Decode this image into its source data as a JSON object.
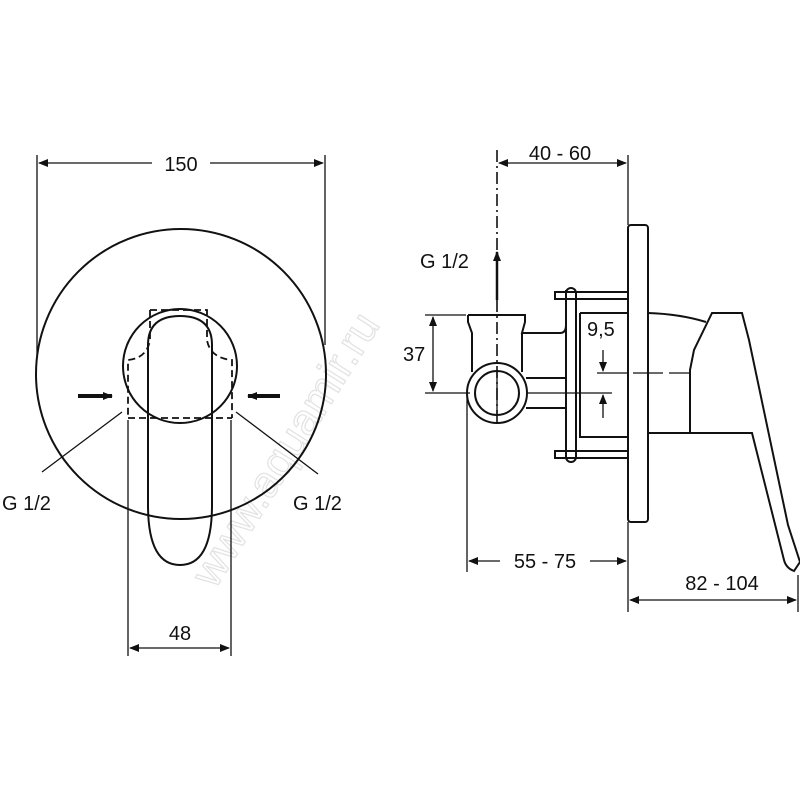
{
  "front_view": {
    "width_label": "150",
    "lever_width_label": "48",
    "inlet_left_label": "G 1/2",
    "inlet_right_label": "G 1/2"
  },
  "side_view": {
    "outlet_label": "G 1/2",
    "depth_label": "40 - 60",
    "height_label": "37",
    "offset_label": "9,5",
    "body_depth_label": "55 - 75",
    "projection_label": "82 - 104"
  },
  "watermark": "www.aquamir.ru",
  "colors": {
    "line": "#111111",
    "background": "#ffffff"
  }
}
